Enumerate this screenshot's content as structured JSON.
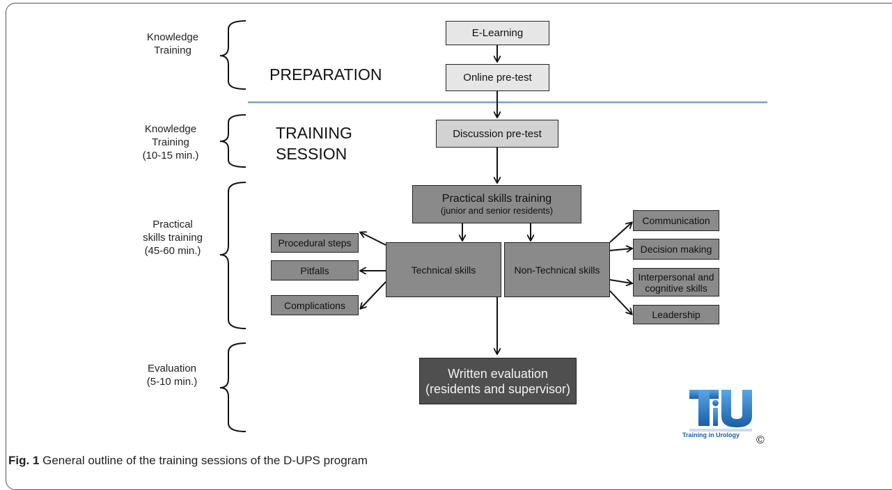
{
  "left_labels": {
    "knowledge_training_1": "Knowledge\nTraining",
    "knowledge_training_2": "Knowledge\nTraining\n(10-15 min.)",
    "practical_skills": "Practical\nskills training\n(45-60 min.)",
    "evaluation": "Evaluation\n(5-10 min.)"
  },
  "phases": {
    "preparation": "PREPARATION",
    "training_session": "TRAINING\nSESSION"
  },
  "boxes": {
    "e_learning": "E-Learning",
    "online_pretest": "Online pre-test",
    "discussion_pretest": "Discussion pre-test",
    "practical_title": "Practical skills training",
    "practical_sub": "(junior and senior residents)",
    "technical": "Technical skills",
    "non_technical": "Non-Technical skills",
    "procedural_steps": "Procedural steps",
    "pitfalls": "Pitfalls",
    "complications": "Complications",
    "communication": "Communication",
    "decision_making": "Decision making",
    "interpersonal": "Interpersonal and\ncognitive skills",
    "leadership": "Leadership",
    "written_evaluation": "Written evaluation\n(residents and supervisor)"
  },
  "logo": {
    "mark": "TiU",
    "text": "Training in Urology",
    "copyright": "©"
  },
  "caption": {
    "label": "Fig. 1",
    "text": " General outline of the training sessions of the D-UPS program"
  },
  "colors": {
    "separator": "#7aa0c8",
    "logo_blue": "#1e6fb5"
  }
}
